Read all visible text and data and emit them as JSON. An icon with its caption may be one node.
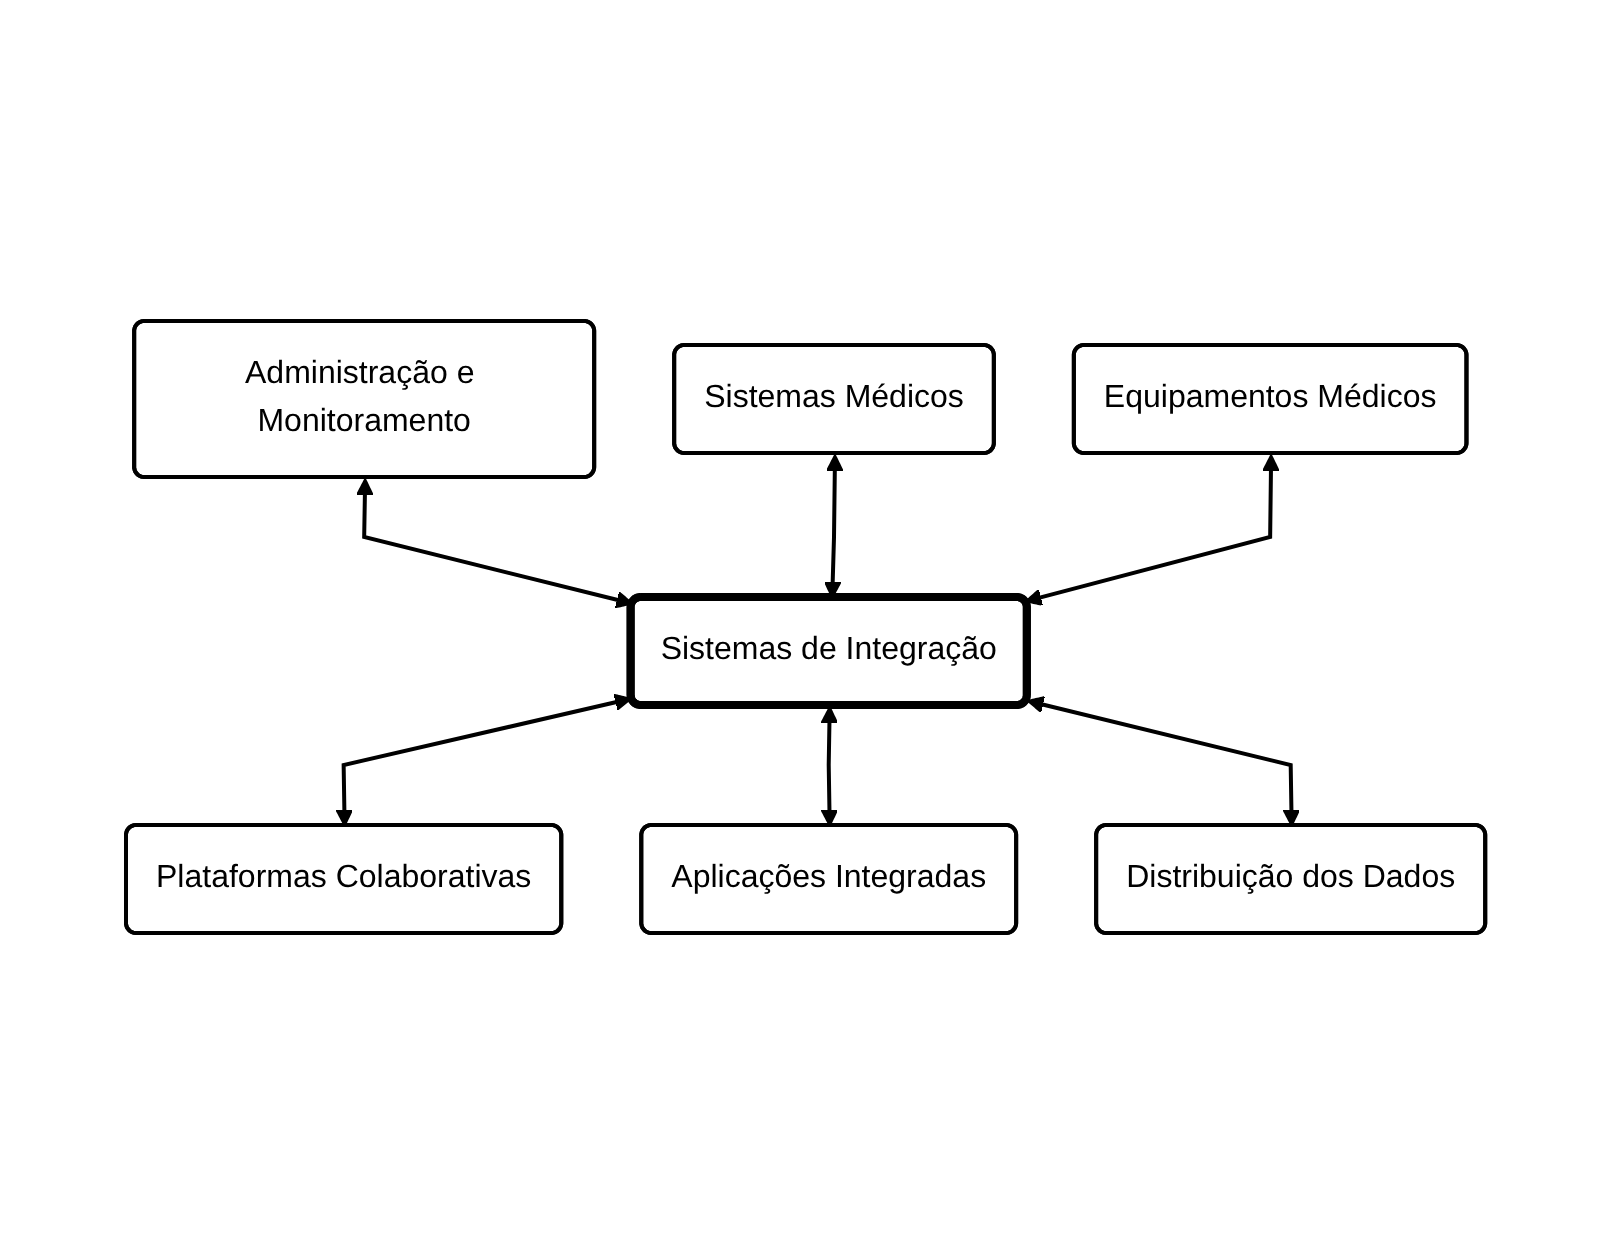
{
  "diagram": {
    "nodes": [
      {
        "text": [
          "Administração e Monitoramento"
        ]
      },
      {
        "text": [
          "Sistemas Médicos"
        ]
      },
      {
        "text": [
          "Equipamentos Médicos"
        ]
      },
      {
        "text": [
          "Sistemas de Integração"
        ]
      },
      {
        "text": [
          "Plataformas Colaborativas"
        ]
      },
      {
        "text": [
          "Aplicações Integradas"
        ]
      },
      {
        "text": [
          "Distribuição dos Dados"
        ]
      }
    ],
    "edges": [
      {
        "from": 0,
        "to": 3,
        "arrow": "both"
      },
      {
        "from": 1,
        "to": 3,
        "arrow": "both"
      },
      {
        "from": 2,
        "to": 3,
        "arrow": "both"
      },
      {
        "from": 3,
        "to": 4,
        "arrow": "both"
      },
      {
        "from": 3,
        "to": 5,
        "arrow": "both"
      },
      {
        "from": 3,
        "to": 6,
        "arrow": "both"
      }
    ]
  }
}
